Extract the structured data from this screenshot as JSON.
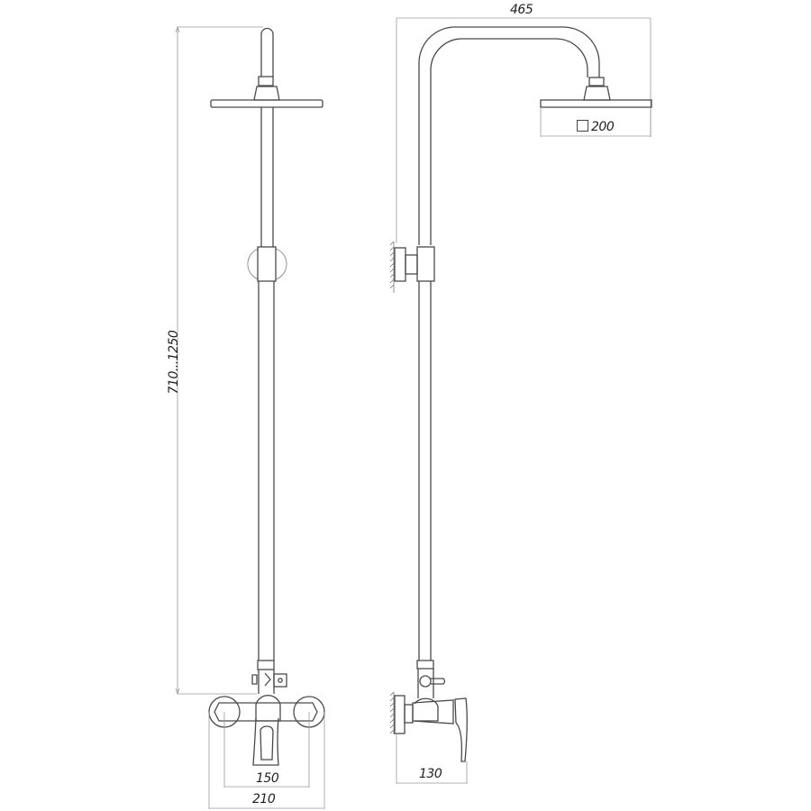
{
  "drawing": {
    "title": "Shower system technical drawing",
    "views": [
      {
        "name": "front-view"
      },
      {
        "name": "side-view"
      }
    ],
    "dimensions": {
      "height_range": "710...1250",
      "arm_reach": "465",
      "head_size_symbol": "square",
      "head_size": "200",
      "mixer_centers": "150",
      "mixer_width": "210",
      "wall_projection": "130"
    },
    "colors": {
      "line": "#4a4a4a",
      "dimension_line": "#9a9a9a",
      "background": "#ffffff"
    }
  }
}
